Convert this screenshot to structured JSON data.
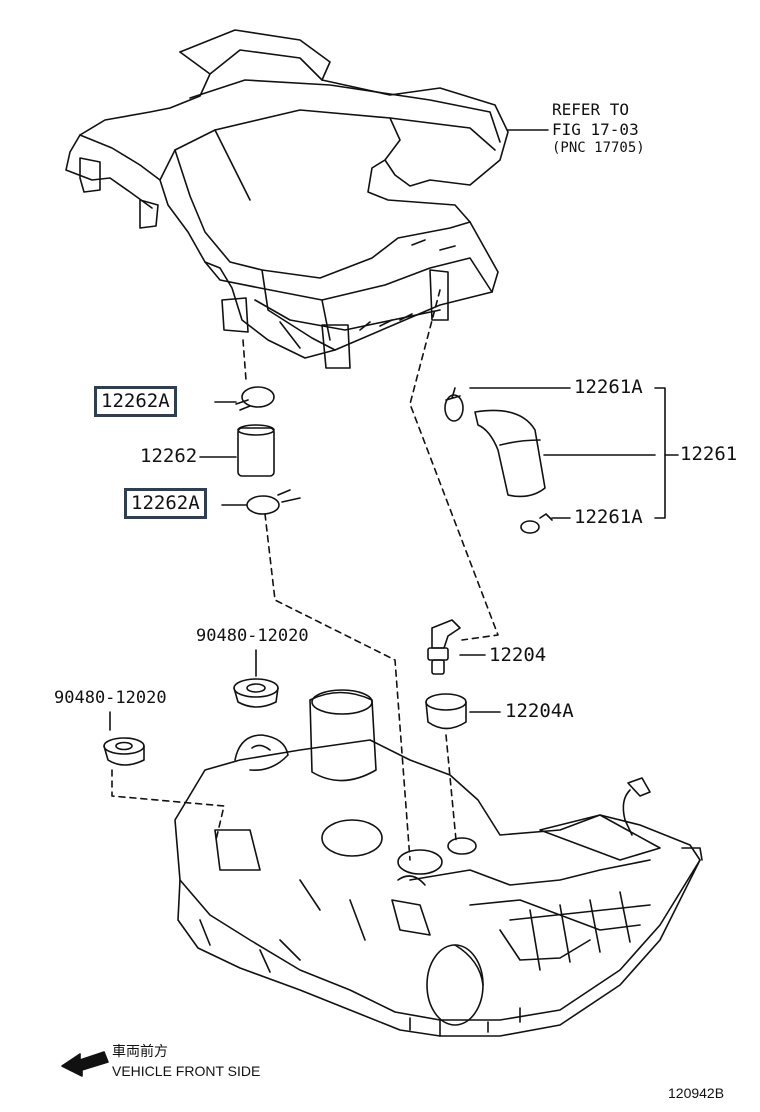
{
  "refer_note": {
    "line1": "REFER TO",
    "line2": "FIG 17-03",
    "line3": "(PNC 17705)"
  },
  "parts": {
    "p12262A_top": "12262A",
    "p12262": "12262",
    "p12262A_bottom": "12262A",
    "p12261A_top": "12261A",
    "p12261": "12261",
    "p12261A_bottom": "12261A",
    "p90480_upper": "90480-12020",
    "p90480_lower": "90480-12020",
    "p12204": "12204",
    "p12204A": "12204A"
  },
  "direction": {
    "japanese": "車両前方",
    "english": "VEHICLE FRONT SIDE",
    "arrow_icon": "left-arrow-icon"
  },
  "figure_number": "120942B",
  "colors": {
    "line": "#111111",
    "highlight_box": "#2e3f52",
    "background": "#ffffff"
  }
}
